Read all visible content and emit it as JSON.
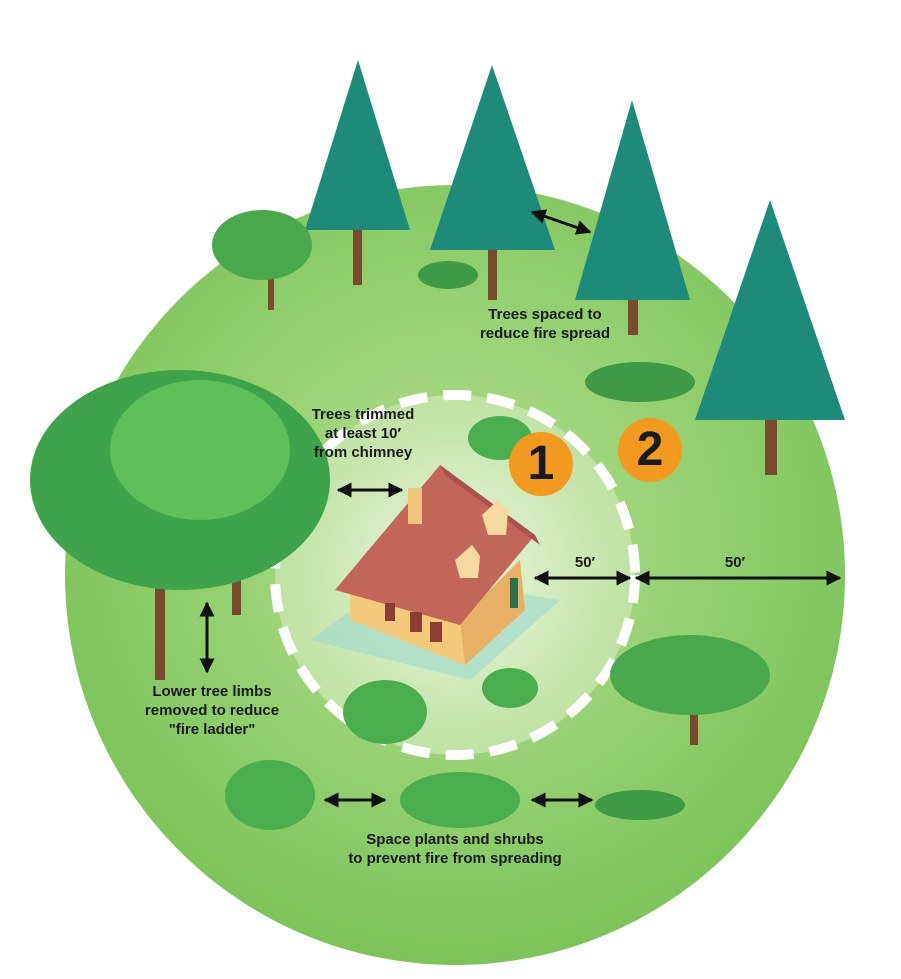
{
  "labels": {
    "trees_spaced": [
      "Trees spaced to",
      "reduce fire spread"
    ],
    "trees_trimmed": [
      "Trees trimmed",
      "at least 10′",
      "from chimney"
    ],
    "zone1_distance": "50′",
    "zone2_distance": "50′",
    "lower_limbs": [
      "Lower tree limbs",
      "removed to reduce",
      "\"fire ladder\""
    ],
    "space_plants": [
      "Space plants and shrubs",
      "to prevent fire from spreading"
    ]
  },
  "zones": [
    "1",
    "2"
  ],
  "colors": {
    "ground": "#8fcf6a",
    "inner_zone": "#cfeab8",
    "badge": "#f29a1f",
    "conifer": "#1e8a7a",
    "deciduous": "#3ea34a",
    "roof": "#c2665a",
    "wall": "#f5c97a"
  }
}
